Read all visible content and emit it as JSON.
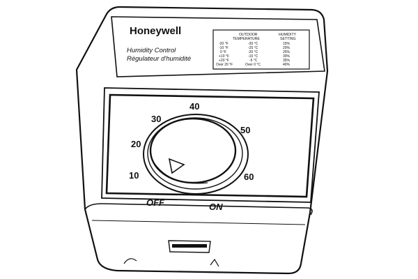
{
  "device": {
    "brand": "Honeywell",
    "title_en": "Humidity Control",
    "title_fr": "Régulateur d'humidité"
  },
  "table": {
    "header_left_1": "OUTDOOR",
    "header_left_2": "TEMPERATURE",
    "header_right_1": "HUMIDITY",
    "header_right_2": "SETTING",
    "rows": [
      {
        "f": "-20 °F",
        "c": "-30 °C",
        "rh": "15%"
      },
      {
        "f": "-10 °F",
        "c": "-25 °C",
        "rh": "20%"
      },
      {
        "f": "0 °F",
        "c": "-20 °C",
        "rh": "25%"
      },
      {
        "f": "+10 °F",
        "c": "-10 °C",
        "rh": "30%"
      },
      {
        "f": "+20 °F",
        "c": "-5 °C",
        "rh": "35%"
      },
      {
        "f": "Over 20 °F",
        "c": "Over 0 °C",
        "rh": "40%"
      }
    ]
  },
  "dial": {
    "labels": [
      "10",
      "20",
      "30",
      "40",
      "50",
      "60"
    ],
    "off_label": "OFF",
    "on_label": "ON"
  }
}
